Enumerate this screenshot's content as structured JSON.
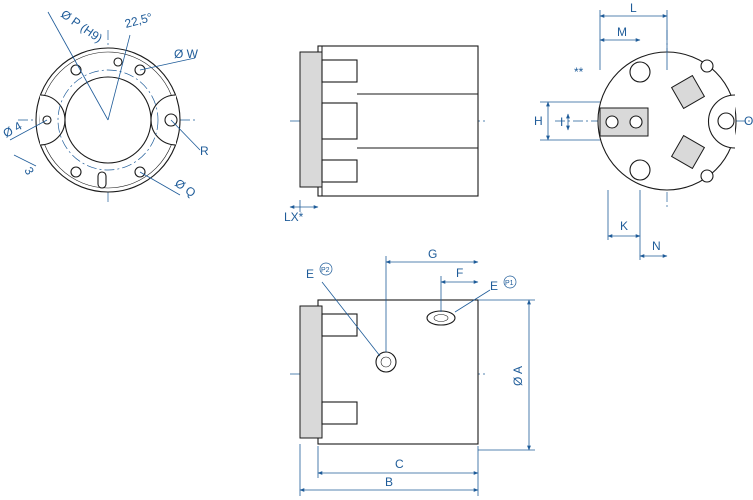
{
  "labels": {
    "dia_p": "Ø P (H9)",
    "angle": "22,5°",
    "dia_w": "Ø W",
    "r": "R",
    "dia_q": "Ø Q",
    "dia_4": "Ø 4",
    "three": "3",
    "lx": "LX*",
    "l": "L",
    "m": "M",
    "double_star": "**",
    "o": "O",
    "h": "H",
    "i": "I",
    "k": "K",
    "n": "N",
    "g": "G",
    "f": "F",
    "e": "E",
    "p2": "P2",
    "p1": "P1",
    "dia_a": "Ø A",
    "c": "C",
    "b": "B"
  },
  "colors": {
    "dimension": "#1f5c99",
    "outline": "#1a1a1a",
    "shade": "#d9d9d9"
  }
}
